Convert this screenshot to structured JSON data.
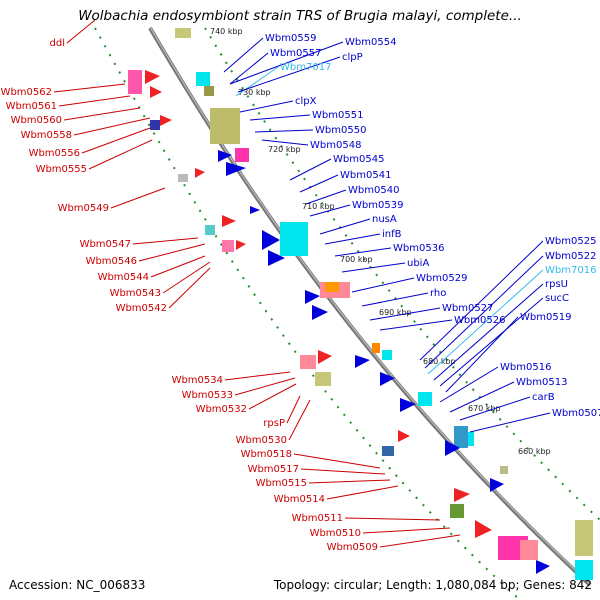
{
  "title": "Wolbachia endosymbiont strain TRS of Brugia malayi, complete...",
  "footer": {
    "accession": "Accession: NC_006833",
    "summary": "Topology: circular; Length: 1,080,084 bp; Genes: 842"
  },
  "colors": {
    "backbone": "#808080",
    "forward_label": "#0000cc",
    "reverse_label": "#cc0000",
    "light_label": "#33bbee",
    "ruler_dots": "#228822"
  },
  "kbp_ticks": [
    "740 kbp",
    "730 kbp",
    "720 kbp",
    "710 kbp",
    "700 kbp",
    "690 kbp",
    "680 kbp",
    "670 kbp",
    "660 kbp"
  ],
  "reverse_labels": [
    "ddl",
    "Wbm0562",
    "Wbm0561",
    "Wbm0560",
    "Wbm0558",
    "Wbm0556",
    "Wbm0555",
    "Wbm0549",
    "Wbm0547",
    "Wbm0546",
    "Wbm0544",
    "Wbm0543",
    "Wbm0542",
    "Wbm0534",
    "Wbm0533",
    "Wbm0532",
    "rpsP",
    "Wbm0530",
    "Wbm0518",
    "Wbm0517",
    "Wbm0515",
    "Wbm0514",
    "Wbm0511",
    "Wbm0510",
    "Wbm0509"
  ],
  "forward_labels": [
    "Wbm0559",
    "Wbm0557",
    "Wbm7017",
    "clpX",
    "Wbm0551",
    "Wbm0550",
    "Wbm0548",
    "Wbm0545",
    "Wbm0541",
    "Wbm0540",
    "Wbm0539",
    "nusA",
    "infB",
    "Wbm0536",
    "ubiA",
    "Wbm0529",
    "rho",
    "Wbm0527",
    "Wbm0526",
    "Wbm0516",
    "Wbm0513",
    "carB",
    "Wbm0507"
  ],
  "forward_labels_right": [
    "Wbm0554",
    "clpP",
    "Wbm0525",
    "Wbm0522",
    "Wbm7016",
    "rpsU",
    "sucC",
    "Wbm0519"
  ]
}
